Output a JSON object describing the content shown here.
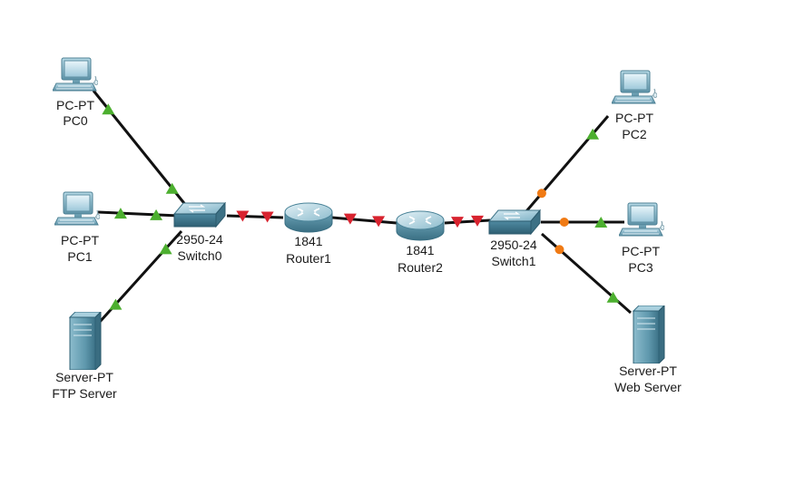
{
  "colors": {
    "link": "#111111",
    "port_up": "#4caf2f",
    "port_down": "#d8232f",
    "port_pending": "#f07a14",
    "label": "#1a1a1a"
  },
  "devices": [
    {
      "id": "pc0",
      "icon": "pc-icon",
      "model": "PC-PT",
      "name": "PC0"
    },
    {
      "id": "pc1",
      "icon": "pc-icon",
      "model": "PC-PT",
      "name": "PC1"
    },
    {
      "id": "ftp",
      "icon": "server-icon",
      "model": "Server-PT",
      "name": "FTP Server"
    },
    {
      "id": "sw0",
      "icon": "switch-icon",
      "model": "2950-24",
      "name": "Switch0"
    },
    {
      "id": "r1",
      "icon": "router-icon",
      "model": "1841",
      "name": "Router1"
    },
    {
      "id": "r2",
      "icon": "router-icon",
      "model": "1841",
      "name": "Router2"
    },
    {
      "id": "sw1",
      "icon": "switch-icon",
      "model": "2950-24",
      "name": "Switch1"
    },
    {
      "id": "pc2",
      "icon": "pc-icon",
      "model": "PC-PT",
      "name": "PC2"
    },
    {
      "id": "pc3",
      "icon": "pc-icon",
      "model": "PC-PT",
      "name": "PC3"
    },
    {
      "id": "web",
      "icon": "server-icon",
      "model": "Server-PT",
      "name": "Web Server"
    }
  ],
  "links": [
    {
      "from": "pc0",
      "to": "sw0",
      "from_state": "up",
      "to_state": "up"
    },
    {
      "from": "pc1",
      "to": "sw0",
      "from_state": "up",
      "to_state": "up"
    },
    {
      "from": "ftp",
      "to": "sw0",
      "from_state": "up",
      "to_state": "up"
    },
    {
      "from": "sw0",
      "to": "r1",
      "from_state": "down",
      "to_state": "down"
    },
    {
      "from": "r1",
      "to": "r2",
      "from_state": "down",
      "to_state": "down"
    },
    {
      "from": "r2",
      "to": "sw1",
      "from_state": "down",
      "to_state": "down"
    },
    {
      "from": "sw1",
      "to": "pc2",
      "from_state": "pending",
      "to_state": "up"
    },
    {
      "from": "sw1",
      "to": "pc3",
      "from_state": "pending",
      "to_state": "up"
    },
    {
      "from": "sw1",
      "to": "web",
      "from_state": "pending",
      "to_state": "up"
    }
  ]
}
